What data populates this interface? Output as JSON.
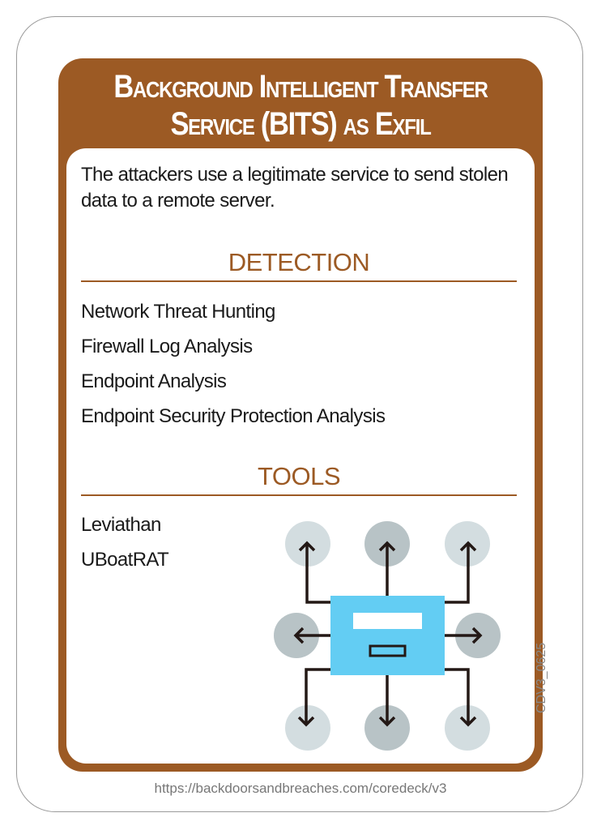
{
  "card": {
    "title_line1": "Background Intelligent Transfer",
    "title_line2": "Service (BITS) as Exfil",
    "description": "The attackers use a legitimate service to send stolen data to a remote server.",
    "detection_heading": "DETECTION",
    "detection": [
      "Network Threat Hunting",
      "Firewall Log Analysis",
      "Endpoint Analysis",
      "Endpoint Security Protection Analysis"
    ],
    "tools_heading": "TOOLS",
    "tools": [
      "Leviathan",
      "UBoatRAT"
    ],
    "card_code": "CDV3_0625",
    "url": "https://backdoorsandbreaches.com/coredeck/v3",
    "icon": "network-exfil-icon",
    "colors": {
      "brand": "#9c5a24",
      "icon_box": "#63cdf3",
      "circle_light": "#d3dde0",
      "circle_dark": "#b8c3c6"
    }
  }
}
